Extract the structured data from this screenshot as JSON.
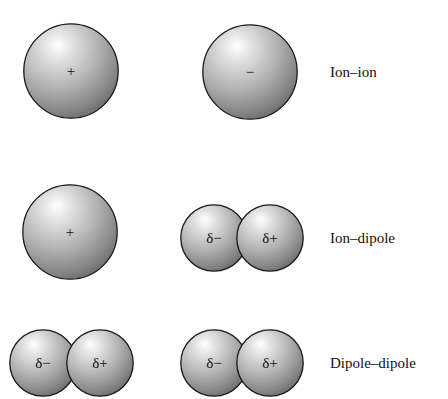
{
  "diagram": {
    "nodes": [
      {
        "text": [
          "+"
        ]
      },
      {
        "text": [
          "−"
        ]
      },
      {
        "text": [
          "+"
        ]
      },
      {
        "text": [
          "δ−"
        ]
      },
      {
        "text": [
          "δ+"
        ]
      },
      {
        "text": [
          "δ−"
        ]
      },
      {
        "text": [
          "δ+"
        ]
      },
      {
        "text": [
          "δ−"
        ]
      },
      {
        "text": [
          "δ+"
        ]
      }
    ],
    "labels": [
      "Ion–ion",
      "Ion–dipole",
      "Dipole–dipole"
    ]
  }
}
